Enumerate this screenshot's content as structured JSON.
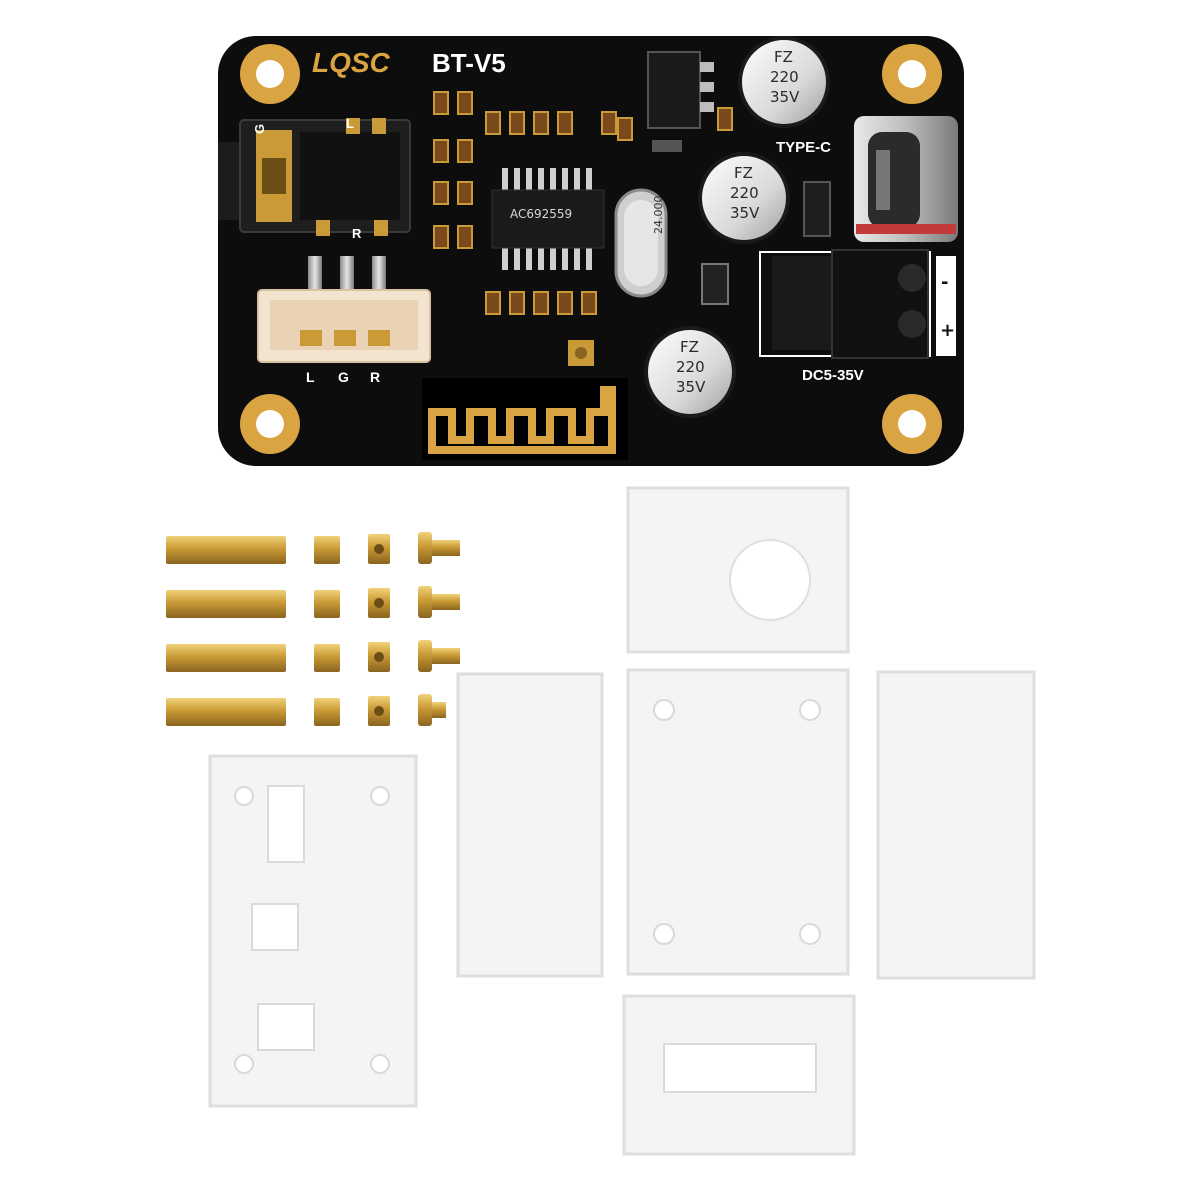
{
  "board": {
    "brand": "LQSC",
    "model": "BT-V5",
    "chip_label": "AC692559",
    "crystal_label": "24.000",
    "usb_label": "TYPE-C",
    "power_label": "DC5-35V",
    "plus_label": "+",
    "minus_label": "-",
    "jack_g": "G",
    "jack_l": "L",
    "jack_r": "R",
    "header_l": "L",
    "header_g": "G",
    "header_r": "R",
    "cap_line1": "FZ",
    "cap_line2": "220",
    "cap_line3": "35V"
  },
  "colors": {
    "pcb": "#0d0d0d",
    "gold": "#d9a441",
    "brass": "#c9a24a",
    "acrylic": "#f4f4f4"
  }
}
